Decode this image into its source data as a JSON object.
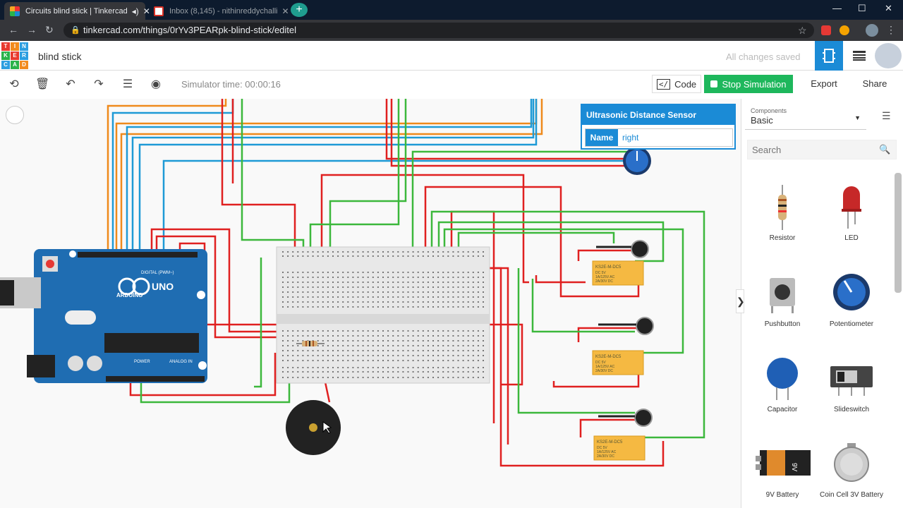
{
  "browser": {
    "tabs": [
      {
        "label": "Circuits blind stick | Tinkercad",
        "active": true
      },
      {
        "label": "Inbox (8,145) - nithinreddychalli",
        "active": false
      }
    ],
    "url": "tinkercad.com/things/0rYv3PEARpk-blind-stick/editel"
  },
  "app": {
    "logo_letters": [
      "T",
      "I",
      "N",
      "K",
      "E",
      "R",
      "C",
      "A",
      "D"
    ],
    "project_name": "blind stick",
    "save_status": "All changes saved"
  },
  "toolbar": {
    "sim_time": "Simulator time: 00:00:16",
    "code_label": "Code",
    "stop_label": "Stop Simulation",
    "export_label": "Export",
    "share_label": "Share"
  },
  "inspector": {
    "title": "Ultrasonic Distance Sensor",
    "name_label": "Name",
    "name_value": "right"
  },
  "panel": {
    "components_label": "Components",
    "components_value": "Basic",
    "search_placeholder": "Search",
    "items": [
      {
        "label": "Resistor",
        "icon": "resistor-icon"
      },
      {
        "label": "LED",
        "icon": "led-icon"
      },
      {
        "label": "Pushbutton",
        "icon": "pushbutton-icon"
      },
      {
        "label": "Potentiometer",
        "icon": "potentiometer-icon"
      },
      {
        "label": "Capacitor",
        "icon": "capacitor-icon"
      },
      {
        "label": "Slideswitch",
        "icon": "slideswitch-icon"
      },
      {
        "label": "9V Battery",
        "icon": "battery-icon"
      },
      {
        "label": "Coin Cell 3V Battery",
        "icon": "coin-cell-icon"
      }
    ]
  },
  "circuit": {
    "arduino_brand": "ARDUINO",
    "arduino_model": "UNO",
    "digital_label": "DIGITAL (PWM~)",
    "power_label": "POWER",
    "analog_label": "ANALOG IN",
    "relay_label": "KS2E-M-DC5",
    "relay_spec": [
      "DC 5V",
      "1A/125V AC",
      "2A/30V DC"
    ],
    "battery_text": "9V"
  },
  "colors": {
    "accent": "#1b8bd6",
    "stop_green": "#1eb75c",
    "wire_red": "#e02020",
    "wire_green": "#3cb83c",
    "wire_blue": "#1e9ad6",
    "wire_orange": "#ef8a1c"
  }
}
